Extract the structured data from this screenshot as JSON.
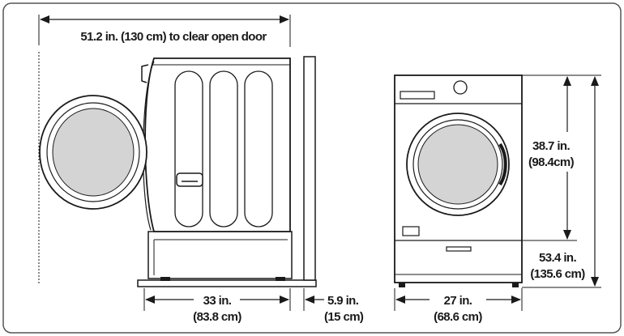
{
  "dimensions": {
    "door_clearance": "51.2 in. (130 cm) to clear open door",
    "depth": {
      "imperial": "33 in.",
      "metric": "(83.8 cm)"
    },
    "wall_gap": {
      "imperial": "5.9 in.",
      "metric": "(15 cm)"
    },
    "width": {
      "imperial": "27 in.",
      "metric": "(68.6 cm)"
    },
    "height_washer": {
      "imperial": "38.7 in.",
      "metric": "(98.4cm)"
    },
    "height_total": {
      "imperial": "53.4 in.",
      "metric": "(135.6 cm)"
    }
  },
  "colors": {
    "line": "#1a1a1a",
    "glass": "#d4d4d4",
    "border": "#555555"
  }
}
